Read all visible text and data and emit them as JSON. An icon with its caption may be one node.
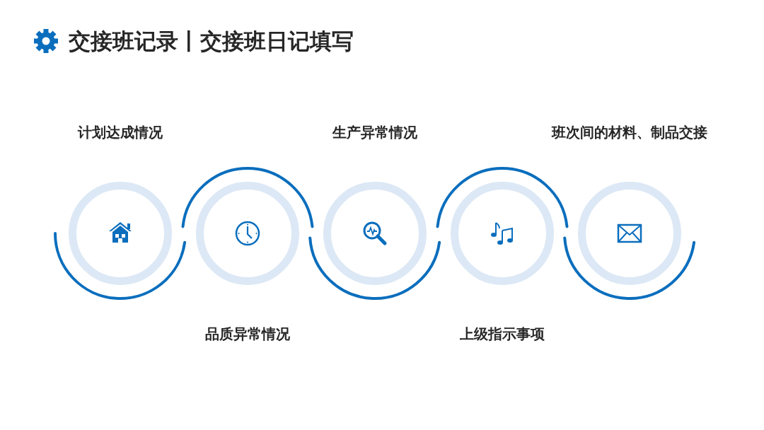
{
  "diagram": {
    "title": "交接班记录丨交接班日记填写",
    "nodes": [
      {
        "text": [],
        "shape": "circle",
        "beside": [
          "计划达成情况"
        ]
      },
      {
        "text": [],
        "shape": "circle",
        "beside": [
          "品质异常情况"
        ]
      },
      {
        "text": [],
        "shape": "circle",
        "beside": [
          "生产异常情况"
        ]
      },
      {
        "text": [],
        "shape": "circle",
        "beside": [
          "上级指示事项"
        ]
      },
      {
        "text": [],
        "shape": "circle",
        "beside": [
          "班次间的材料、制品交接"
        ]
      }
    ]
  }
}
